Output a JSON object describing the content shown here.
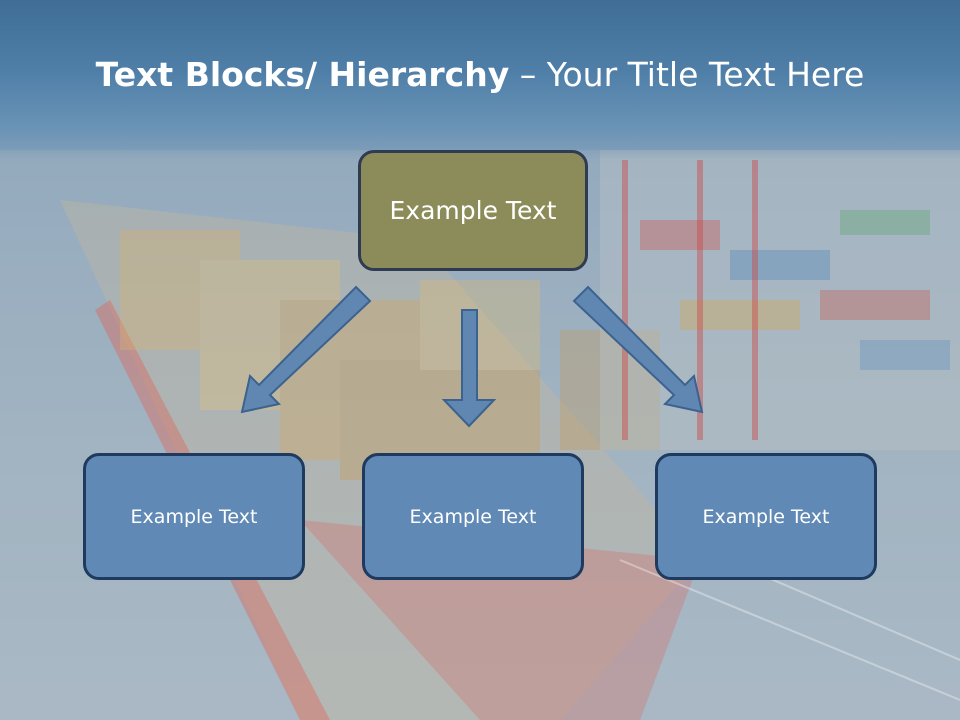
{
  "title": {
    "bold_part": "Text Blocks/ Hierarchy",
    "rest_part": " – Your Title Text Here"
  },
  "hierarchy": {
    "top": {
      "label": "Example Text"
    },
    "children": [
      {
        "label": "Example Text"
      },
      {
        "label": "Example Text"
      },
      {
        "label": "Example Text"
      }
    ]
  },
  "colors": {
    "top_box": "#8c8c5a",
    "child_box": "#6089b5",
    "arrow": "#5f87b2",
    "border": "#1f3a5f"
  }
}
